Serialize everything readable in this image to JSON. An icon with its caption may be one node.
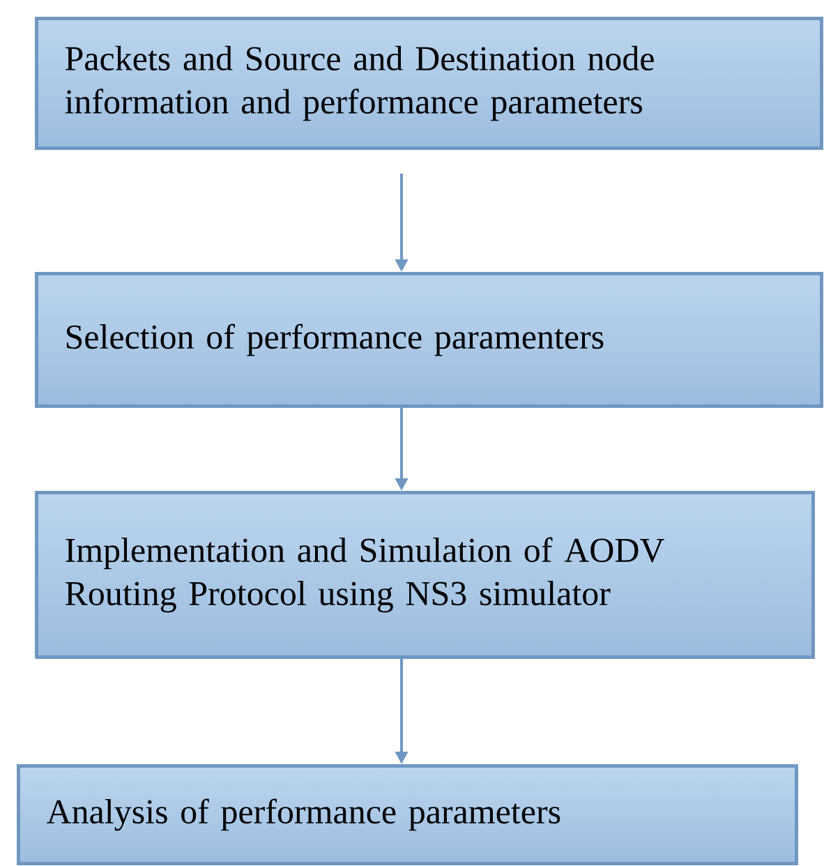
{
  "diagram": {
    "nodes": [
      {
        "text": [
          "Packets and Source and Destination node information and performance parameters"
        ]
      },
      {
        "text": [
          "Selection of performance paramenters"
        ]
      },
      {
        "text": [
          "Implementation and Simulation of AODV Routing Protocol using NS3 simulator"
        ]
      },
      {
        "text": [
          "Analysis of performance parameters"
        ]
      }
    ],
    "edges": [
      {
        "from": 0,
        "to": 1,
        "arrow": "to"
      },
      {
        "from": 1,
        "to": 2,
        "arrow": "to"
      },
      {
        "from": 2,
        "to": 3,
        "arrow": "to"
      }
    ]
  }
}
